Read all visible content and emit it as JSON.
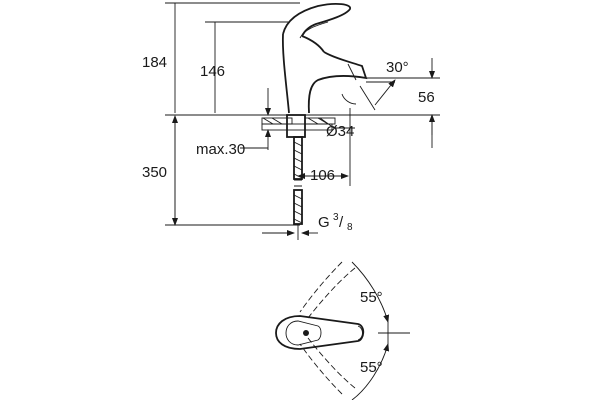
{
  "dimensions": {
    "total_height": "184",
    "spout_height": "146",
    "spout_angle": "30°",
    "spout_reach_height": "56",
    "hole_diameter": "Ø34",
    "max_deck": "max.30",
    "hose_length": "350",
    "spout_reach": "106",
    "thread_prefix": "G",
    "thread_num": "3",
    "thread_sep": "/",
    "thread_den": "8",
    "lever_angle_top": "55°",
    "lever_angle_bottom": "55°"
  }
}
